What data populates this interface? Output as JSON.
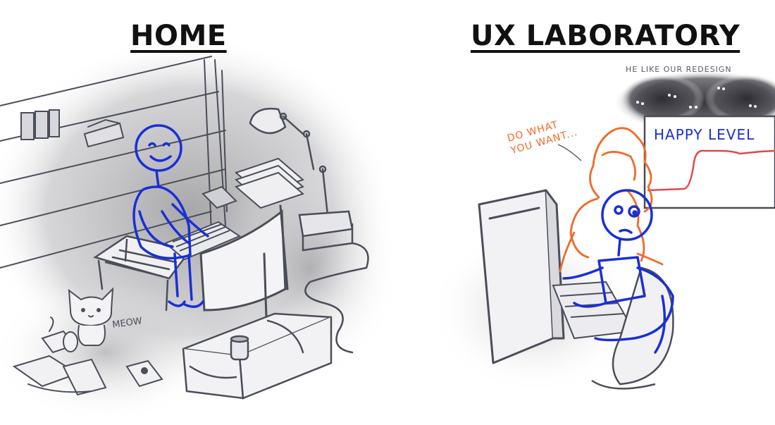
{
  "panels": {
    "home": {
      "title": "HOME",
      "cat_sound": "MEOW"
    },
    "lab": {
      "title": "UX LABORATORY",
      "observer_note": "HE LIKE OUR REDESIGN",
      "speech": [
        "DO WHAT",
        "YOU WANT..."
      ],
      "screen_label": "HAPPY LEVEL"
    }
  },
  "colors": {
    "user_figure": "#1a2fd6",
    "researcher_figure": "#f06a2a",
    "sketch_lines": "#555a66",
    "graph_line": "#e0484b",
    "shadow": "#9c9ca0"
  }
}
